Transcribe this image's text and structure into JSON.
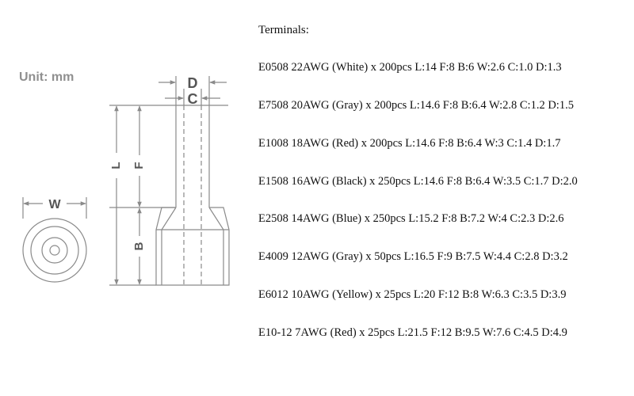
{
  "unit_label": "Unit: mm",
  "dimension_labels": {
    "d": "D",
    "c": "C",
    "l": "L",
    "f": "F",
    "b": "B",
    "w": "W"
  },
  "spec": {
    "heading": "Terminals:",
    "items": [
      "E0508 22AWG (White) x 200pcs L:14 F:8 B:6 W:2.6 C:1.0 D:1.3",
      "E7508 20AWG (Gray) x 200pcs L:14.6 F:8 B:6.4 W:2.8 C:1.2 D:1.5",
      "E1008 18AWG (Red) x 200pcs L:14.6 F:8 B:6.4 W:3 C:1.4 D:1.7",
      "E1508 16AWG (Black) x 250pcs L:14.6 F:8 B:6.4 W:3.5 C:1.7 D:2.0",
      "E2508 14AWG (Blue) x 250pcs L:15.2 F:8 B:7.2 W:4 C:2.3 D:2.6",
      "E4009 12AWG (Gray) x 50pcs L:16.5 F:9 B:7.5 W:4.4 C:2.8 D:3.2",
      "E6012 10AWG (Yellow) x 25pcs L:20 F:12 B:8 W:6.3 C:3.5 D:3.9",
      "E10-12 7AWG (Red) x 25pcs L:21.5 F:12 B:9.5 W:7.6 C:4.5 D:4.9"
    ]
  },
  "colors": {
    "line": "#8a8a8a",
    "dim_text": "#555555",
    "spec_text": "#111111",
    "unit_text": "#8f8f8f"
  }
}
